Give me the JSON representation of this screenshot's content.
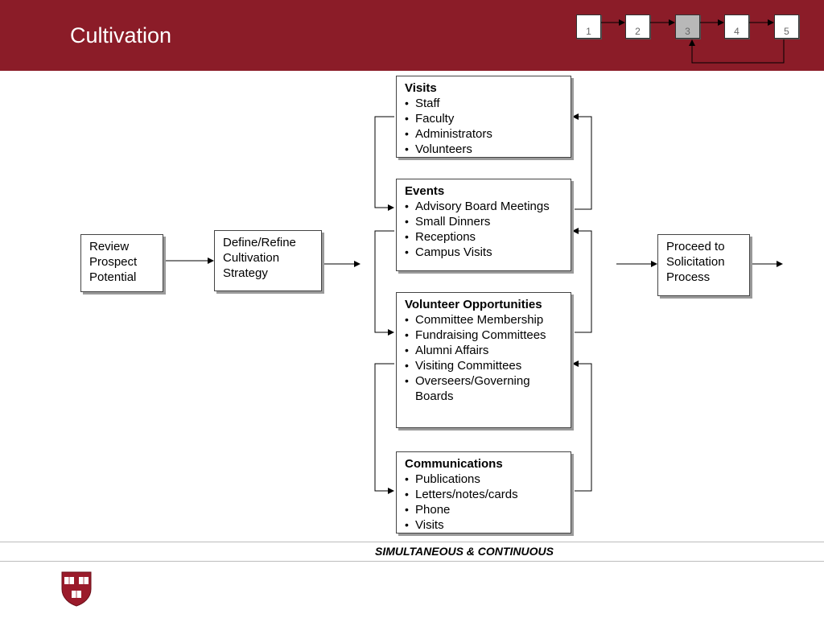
{
  "header": {
    "title": "Cultivation",
    "steps": [
      "1",
      "2",
      "3",
      "4",
      "5"
    ],
    "active_step": "3"
  },
  "boxes": {
    "review": {
      "lines": [
        "Review",
        "Prospect",
        "Potential"
      ]
    },
    "define": {
      "lines": [
        "Define/Refine",
        "Cultivation",
        "Strategy"
      ]
    },
    "visits": {
      "heading": "Visits",
      "items": [
        "Staff",
        "Faculty",
        "Administrators",
        "Volunteers"
      ]
    },
    "events": {
      "heading": "Events",
      "items": [
        "Advisory Board Meetings",
        "Small Dinners",
        "Receptions",
        "Campus Visits"
      ]
    },
    "volunteer": {
      "heading": "Volunteer Opportunities",
      "items": [
        "Committee Membership",
        "Fundraising Committees",
        "Alumni Affairs",
        "Visiting Committees",
        "Overseers/Governing Boards"
      ]
    },
    "communications": {
      "heading": "Communications",
      "items": [
        "Publications",
        "Letters/notes/cards",
        "Phone",
        "Visits"
      ]
    },
    "proceed": {
      "lines": [
        "Proceed to",
        "Solicitation",
        "Process"
      ]
    }
  },
  "footer": {
    "note": "SIMULTANEOUS & CONTINUOUS"
  },
  "colors": {
    "header_bg": "#8b1c28",
    "active_step": "#b8b8b8"
  }
}
